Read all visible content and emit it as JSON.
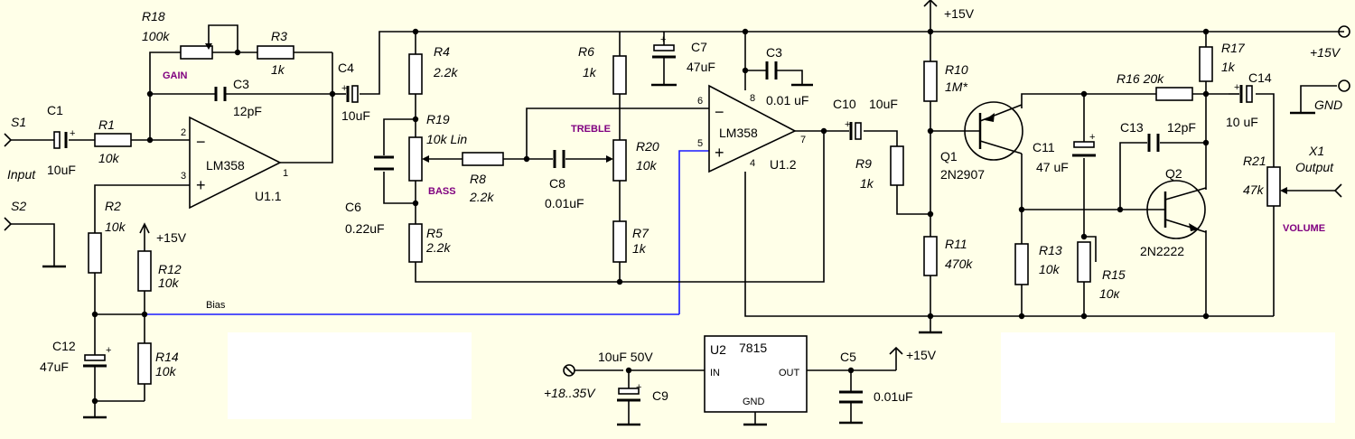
{
  "colors": {
    "background": "#ffffe8",
    "wire": "#000000",
    "bias_wire": "#1a1aff",
    "control_label": "#800080",
    "panel": "#ffffff"
  },
  "labels": {
    "S1": "S1",
    "input": "Input",
    "S2": "S2",
    "C1": "C1",
    "C1v": "10uF",
    "R1": "R1",
    "R1v": "10k",
    "R18": "R18",
    "R18v": "100k",
    "R3": "R3",
    "R3v": "1k",
    "gain": "GAIN",
    "C3a": "C3",
    "C3av": "12pF",
    "u11": "LM358",
    "u11ref": "U1.1",
    "p2": "2",
    "p3": "3",
    "p1": "1",
    "minus": "−",
    "plus": "+",
    "R2": "R2",
    "R2v": "10k",
    "vcc15": "+15V",
    "R12": "R12",
    "R12v": "10k",
    "bias": "Bias",
    "C12": "C12",
    "C12v": "47uF",
    "R14": "R14",
    "R14v": "10k",
    "C4": "C4",
    "C4v": "10uF",
    "R4": "R4",
    "R4v": "2.2k",
    "R19": "R19",
    "R19v": "10k Lin",
    "C6": "C6",
    "C6v": "0.22uF",
    "bass": "BASS",
    "R8": "R8",
    "R8v": "2.2k",
    "R5": "R5",
    "R5v": "2.2k",
    "C8": "C8",
    "C8v": "0.01uF",
    "treble": "TREBLE",
    "R6": "R6",
    "R6v": "1k",
    "R20": "R20",
    "R20v": "10k",
    "R7": "R7",
    "R7v": "1k",
    "C7": "C7",
    "C7v": "47uF",
    "C3b": "C3",
    "C3bv": "0.01 uF",
    "u12": "LM358",
    "u12ref": "U1.2",
    "p6": "6",
    "p5": "5",
    "p7": "7",
    "p8": "8",
    "p4": "4",
    "C10": "C10",
    "C10v": "10uF",
    "R9": "R9",
    "R9v": "1k",
    "vcc15b": "+15V",
    "R10": "R10",
    "R10v": "1M*",
    "R11": "R11",
    "R11v": "470k",
    "Q1": "Q1",
    "Q1v": "2N2907",
    "C11": "C11",
    "C11v": "47 uF",
    "R13": "R13",
    "R13v": "10k",
    "R15": "R15",
    "R15v": "10к",
    "R16": "R16 20k",
    "C13": "C13",
    "C13v": "12pF",
    "Q2": "Q2",
    "Q2v": "2N2222",
    "R17": "R17",
    "R17v": "1k",
    "C14": "C14",
    "C14v": "10 uF",
    "vcc15c": "+15V",
    "gnd": "GND",
    "R21": "R21",
    "R21v": "47k",
    "x1": "X1",
    "output": "Output",
    "volume": "VOLUME",
    "C9v": "10uF 50V",
    "C9": "C9",
    "vin": "+18..35V",
    "u2": "U2",
    "u2v": "7815",
    "u2in": "IN",
    "u2out": "OUT",
    "u2gnd": "GND",
    "C5": "C5",
    "C5v": "0.01uF",
    "vcc15d": "+15V"
  }
}
